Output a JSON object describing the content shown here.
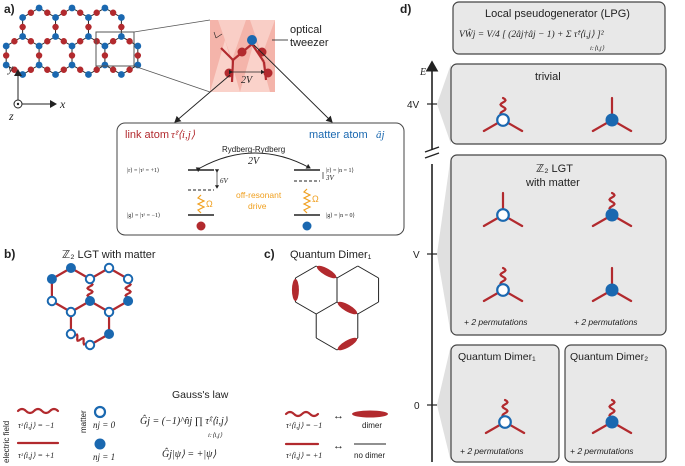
{
  "colors": {
    "link": "#b22a2e",
    "matter": "#1a68b0",
    "drive": "#f0a020",
    "box_fill": "#e8e8e8"
  },
  "panel_a": {
    "label": "a)",
    "axis_y": "y",
    "axis_x": "x",
    "axis_z": "z",
    "tweezer_label_1": "optical",
    "tweezer_label_2": "tweezer",
    "distance_label": "2V",
    "link_atom_text": "link atom",
    "link_atom_symbol": "τ̂ᶻ⟨i,j⟩",
    "matter_atom_text": "matter atom",
    "matter_atom_symbol": "âj",
    "rydberg_label": "Rydberg-Rydberg",
    "rydberg_energy": "2V",
    "link_upper_level": "|r⟩ = |τᶻ = +1⟩",
    "link_lower_level": "|g⟩ = |τᶻ = −1⟩",
    "matter_upper_level": "|r⟩ = |n = 1⟩",
    "matter_lower_level": "|g⟩ = |n = 0⟩",
    "link_detuning": "6V",
    "matter_detuning": "3V",
    "rabi_left": "Ω",
    "rabi_right": "Ω",
    "drive_label_1": "off-resonant",
    "drive_label_2": "drive"
  },
  "panel_b": {
    "label": "b)",
    "title": "ℤ₂ LGT with matter",
    "legend_electric_field": "electric field",
    "legend_matter": "matter",
    "legend_wavy": "τᶻ⟨i,j⟩ = −1",
    "legend_straight": "τᶻ⟨i,j⟩ = +1",
    "legend_empty": "nj = 0",
    "legend_filled": "nj = 1",
    "gauss_title": "Gauss's law",
    "gauss_eq1": "Ĝj = (−1)^n̂j ∏ τ̂ˣ⟨i,j⟩",
    "gauss_eq1_sub": "i:⟨i,j⟩",
    "gauss_eq2": "Ĝj|ψ⟩ = +|ψ⟩"
  },
  "panel_c": {
    "label": "c)",
    "title": "Quantum Dimer₁",
    "legend_wavy": "τᶻ⟨i,j⟩ = −1",
    "legend_straight": "τᶻ⟨i,j⟩ = +1",
    "arrow": "↔",
    "dimer": "dimer",
    "no_dimer": "no dimer"
  },
  "panel_d": {
    "label": "d)",
    "lpg_title": "Local pseudogenerator (LPG)",
    "lpg_equation": "VŴj = V/4 [ (2âj†âj − 1) + Σ τ̂ᶻ⟨i,j⟩ ]²",
    "lpg_sub": "i:⟨i,j⟩",
    "axis_label": "E",
    "ticks": [
      "4V",
      "V",
      "0"
    ],
    "box_trivial": "trivial",
    "box_lgt_1": "ℤ₂ LGT",
    "box_lgt_2": "with matter",
    "perm": "+ 2 permutations",
    "box_qd1": "Quantum Dimer₁",
    "box_qd2": "Quantum Dimer₂"
  }
}
